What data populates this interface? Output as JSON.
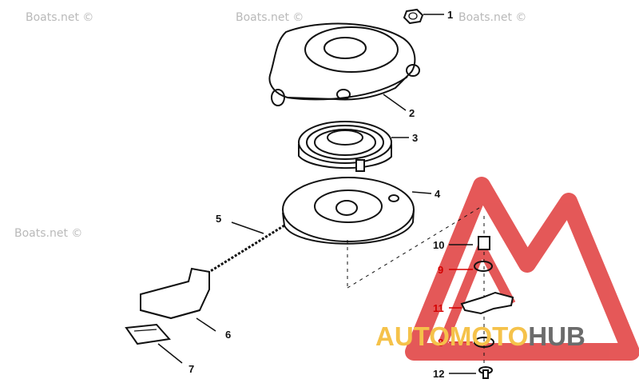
{
  "watermarks": [
    "Boats.net ©",
    "Boats.net ©",
    "Boats.net ©",
    "Boats.net ©"
  ],
  "brand": {
    "part1": "AUTO",
    "part2": "MOTO",
    "part3": "HUB"
  },
  "callouts": [
    "1",
    "2",
    "3",
    "4",
    "5",
    "6",
    "7",
    "8",
    "9",
    "10",
    "11",
    "12"
  ],
  "colors": {
    "ink": "#111111",
    "watermark": "#b9b9b9",
    "brand_red": "#e03b3b",
    "brand_yellow": "#f5c24a",
    "brand_gray": "#6b6b6b",
    "callout_red": "#d40000"
  }
}
